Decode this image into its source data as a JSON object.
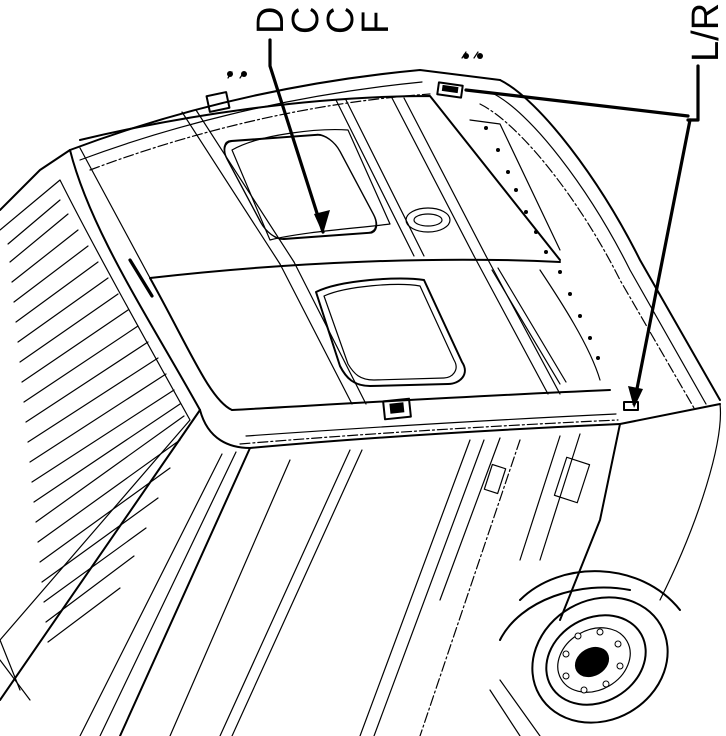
{
  "callouts": {
    "top_lines": [
      "D",
      "C",
      "C",
      "F"
    ],
    "right_label": "L/R"
  },
  "colors": {
    "ink": "#000000",
    "paper": "#ffffff"
  }
}
